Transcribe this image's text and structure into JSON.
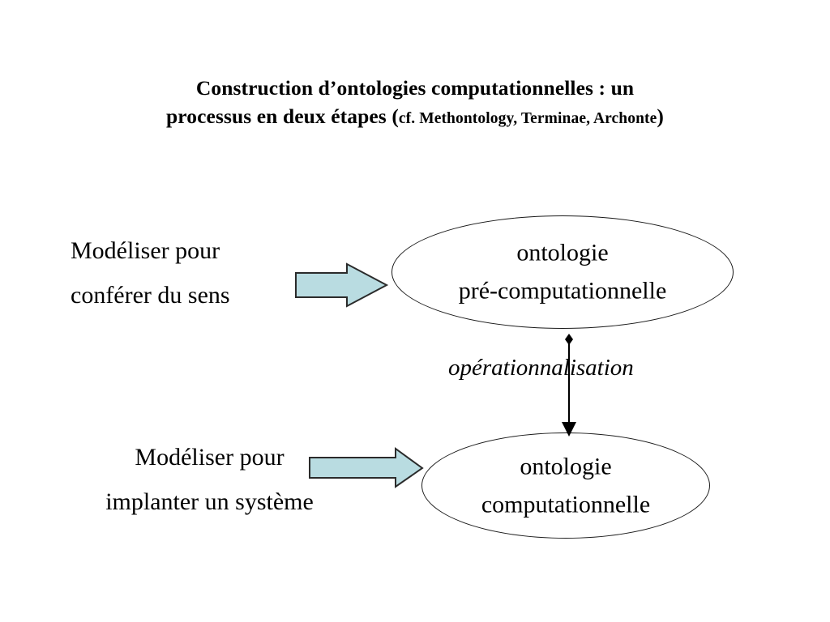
{
  "slide": {
    "background_color": "#ffffff",
    "text_color": "#000000"
  },
  "title": {
    "line1": "Construction d’ontologies computationnelles : un",
    "line2_main": "processus en deux étapes ",
    "paren_open": "(",
    "citation": "cf. Methontology, Terminae, Archonte",
    "paren_close": ")"
  },
  "diagram": {
    "left_labels": [
      {
        "name": "modeliser-conferer",
        "line1": "Modéliser pour",
        "line2": "conférer du sens"
      },
      {
        "name": "modeliser-implanter",
        "line1": "Modéliser pour",
        "line2": "implanter un système"
      }
    ],
    "nodes": [
      {
        "name": "ontologie-pre-computationnelle",
        "line1": "ontologie",
        "line2": "pré-computationnelle",
        "shape": "ellipse",
        "stroke_color": "#1a1a1a",
        "fill_color": "transparent"
      },
      {
        "name": "ontologie-computationnelle",
        "line1": "ontologie",
        "line2": "computationnelle",
        "shape": "ellipse",
        "stroke_color": "#1a1a1a",
        "fill_color": "transparent"
      }
    ],
    "block_arrows": [
      {
        "name": "arrow-conferer-to-pre",
        "direction": "right",
        "fill_color": "#b9dce1",
        "stroke_color": "#2b2b2b"
      },
      {
        "name": "arrow-implanter-to-computationnelle",
        "direction": "right",
        "fill_color": "#b9dce1",
        "stroke_color": "#2b2b2b"
      }
    ],
    "vertical_connector": {
      "name": "operationnalisation-connector",
      "label": "opérationnalisation",
      "direction": "down",
      "start_marker": "diamond",
      "end_marker": "arrowhead",
      "stroke_color": "#000000"
    }
  }
}
